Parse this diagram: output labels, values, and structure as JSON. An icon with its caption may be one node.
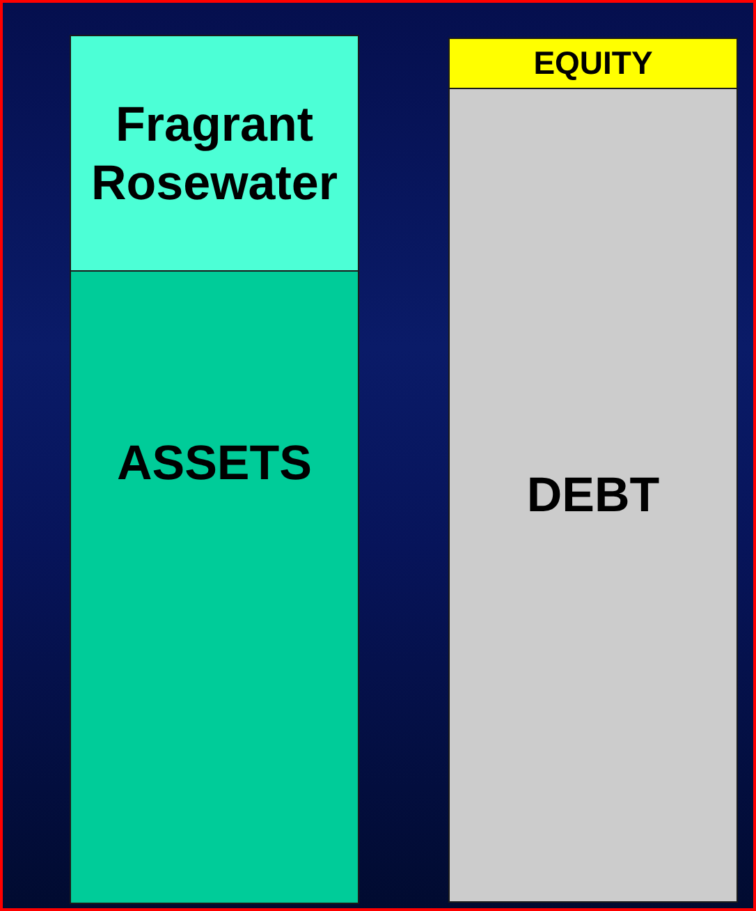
{
  "diagram": {
    "nodes": [
      {
        "text": [
          "Fragrant Rosewater"
        ]
      },
      {
        "text": [
          "ASSETS"
        ]
      },
      {
        "text": [
          "EQUITY"
        ]
      },
      {
        "text": [
          "DEBT"
        ]
      }
    ]
  }
}
